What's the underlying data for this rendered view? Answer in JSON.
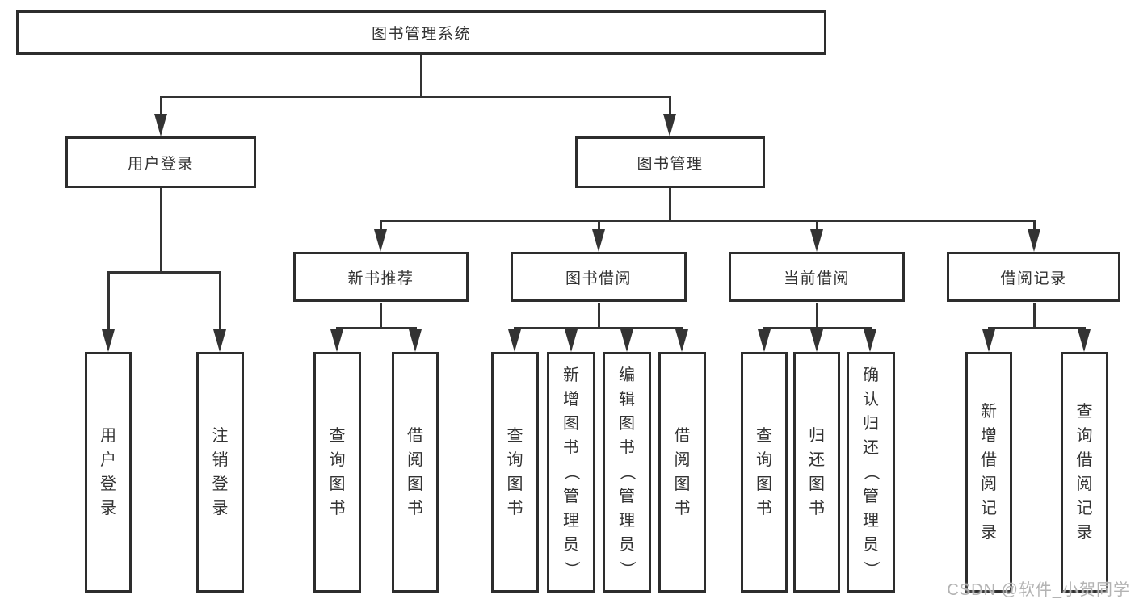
{
  "diagram": {
    "root": {
      "label": "图书管理系统"
    },
    "level2": [
      {
        "label": "用户登录"
      },
      {
        "label": "图书管理"
      }
    ],
    "level3": [
      {
        "label": "新书推荐"
      },
      {
        "label": "图书借阅"
      },
      {
        "label": "当前借阅"
      },
      {
        "label": "借阅记录"
      }
    ],
    "leaves": [
      {
        "label": "用户登录"
      },
      {
        "label": "注销登录"
      },
      {
        "label": "查询图书"
      },
      {
        "label": "借阅图书"
      },
      {
        "label": "查询图书"
      },
      {
        "label": "新增图书（管理员）"
      },
      {
        "label": "编辑图书（管理员）"
      },
      {
        "label": "借阅图书"
      },
      {
        "label": "查询图书"
      },
      {
        "label": "归还图书"
      },
      {
        "label": "确认归还（管理员）"
      },
      {
        "label": "新增借阅记录"
      },
      {
        "label": "查询借阅记录"
      }
    ],
    "hierarchy": {
      "图书管理系统": [
        "用户登录",
        "图书管理"
      ],
      "用户登录": [
        "用户登录",
        "注销登录"
      ],
      "图书管理": [
        "新书推荐",
        "图书借阅",
        "当前借阅",
        "借阅记录"
      ],
      "新书推荐": [
        "查询图书",
        "借阅图书"
      ],
      "图书借阅": [
        "查询图书",
        "新增图书（管理员）",
        "编辑图书（管理员）",
        "借阅图书"
      ],
      "当前借阅": [
        "查询图书",
        "归还图书",
        "确认归还（管理员）"
      ],
      "借阅记录": [
        "新增借阅记录",
        "查询借阅记录"
      ]
    }
  },
  "watermark": {
    "text": "CSDN @软件_小贺同学"
  },
  "colors": {
    "line": "#333333",
    "box_border": "#2d2d2d",
    "box_fill": "#ffffff",
    "text": "#333333",
    "watermark": "#b3b3b3",
    "background": "#ffffff"
  }
}
